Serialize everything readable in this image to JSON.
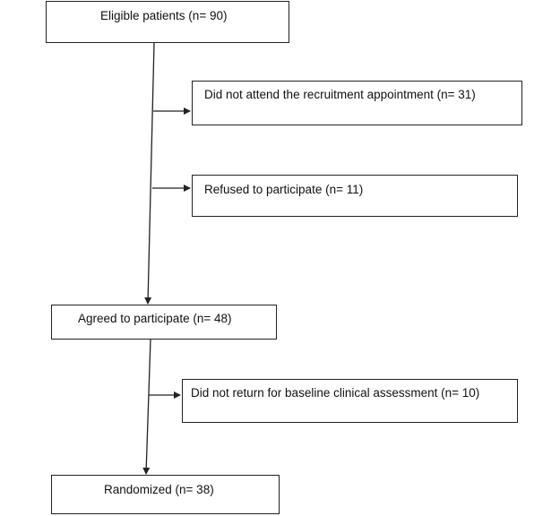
{
  "flowchart": {
    "eligible": "Eligible patients (n= 90)",
    "did_not_attend": "Did not attend the recruitment appointment (n= 31)",
    "refused": "Refused to participate (n= 11)",
    "agreed": "Agreed to participate (n= 48)",
    "did_not_return": "Did not return for baseline clinical assessment (n= 10)",
    "randomized": "Randomized (n= 38)"
  }
}
